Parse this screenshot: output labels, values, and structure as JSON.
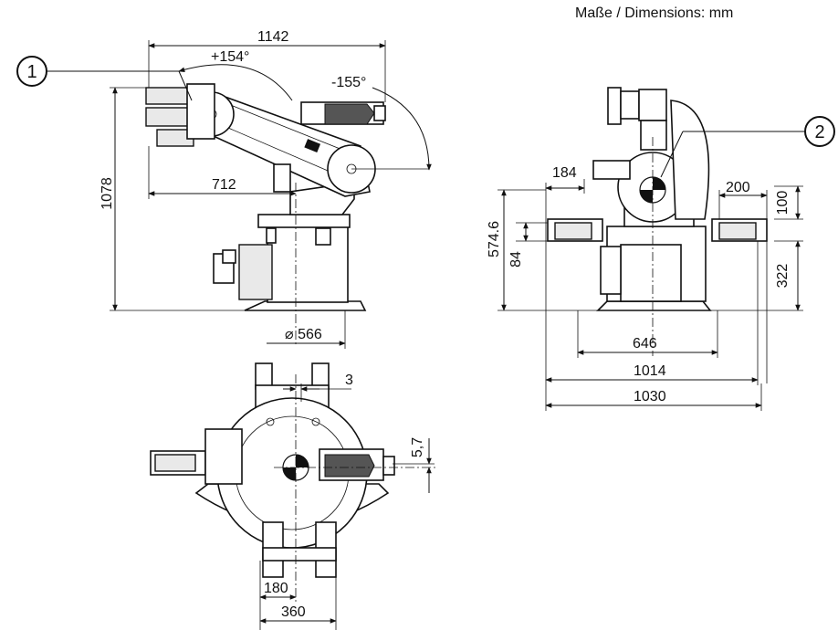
{
  "header": {
    "units_label": "Maße / Dimensions: mm"
  },
  "callouts": {
    "callout_1": "1",
    "callout_2": "2"
  },
  "side_view": {
    "reach_width": "1142",
    "angle_up": "+154°",
    "angle_down": "-155°",
    "height": "1078",
    "offset": "712",
    "base_diameter": "⌀ 566"
  },
  "front_view": {
    "dim_184": "184",
    "dim_200": "200",
    "dim_100": "100",
    "dim_574": "574.6",
    "dim_84": "84",
    "dim_322": "322",
    "dim_646": "646",
    "dim_1014": "1014",
    "dim_1030": "1030"
  },
  "top_view": {
    "dim_3": "3",
    "dim_5_7": "5,7",
    "dim_180": "180",
    "dim_360": "360"
  }
}
